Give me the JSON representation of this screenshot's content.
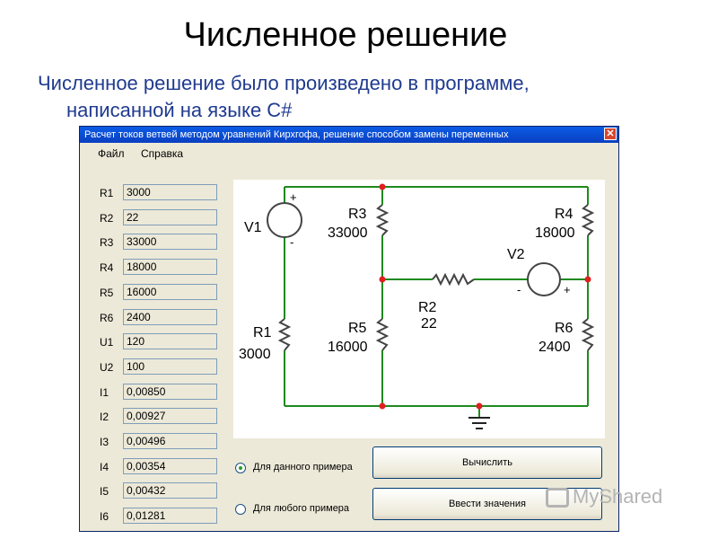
{
  "slide": {
    "title": "Численное решение",
    "subtitle_line1": "Численное решение было произведено в программе,",
    "subtitle_line2": "написанной на языке С#"
  },
  "window": {
    "title": "Расчет токов ветвей методом уравнений Кирхгофа, решение способом замены переменных",
    "close": "✕",
    "menu": [
      "Файл",
      "Справка"
    ]
  },
  "params": [
    {
      "label": "R1",
      "value": "3000"
    },
    {
      "label": "R2",
      "value": "22"
    },
    {
      "label": "R3",
      "value": "33000"
    },
    {
      "label": "R4",
      "value": "18000"
    },
    {
      "label": "R5",
      "value": "16000"
    },
    {
      "label": "R6",
      "value": "2400"
    },
    {
      "label": "U1",
      "value": "120"
    },
    {
      "label": "U2",
      "value": "100"
    },
    {
      "label": "I1",
      "value": "0,00850"
    },
    {
      "label": "I2",
      "value": "0,00927"
    },
    {
      "label": "I3",
      "value": "0,00496"
    },
    {
      "label": "I4",
      "value": "0,00354"
    },
    {
      "label": "I5",
      "value": "0,00432"
    },
    {
      "label": "I6",
      "value": "0,01281"
    }
  ],
  "schematic": {
    "v1": "V1",
    "v2": "V2",
    "r1_name": "R1",
    "r1_value": "3000",
    "r2_name": "R2",
    "r2_value": "22",
    "r3_name": "R3",
    "r3_value": "33000",
    "r4_name": "R4",
    "r4_value": "18000",
    "r5_name": "R5",
    "r5_value": "16000",
    "r6_name": "R6",
    "r6_value": "2400",
    "plus": "+",
    "minus": "-",
    "wire_color": "#1f8a1f",
    "node_color": "#e02020"
  },
  "options": {
    "radio1": "Для данного примера",
    "radio2": "Для любого примера",
    "selected": "radio1"
  },
  "buttons": {
    "calculate": "Вычислить",
    "enter_values": "Ввести значения"
  },
  "watermark": "MyShared"
}
